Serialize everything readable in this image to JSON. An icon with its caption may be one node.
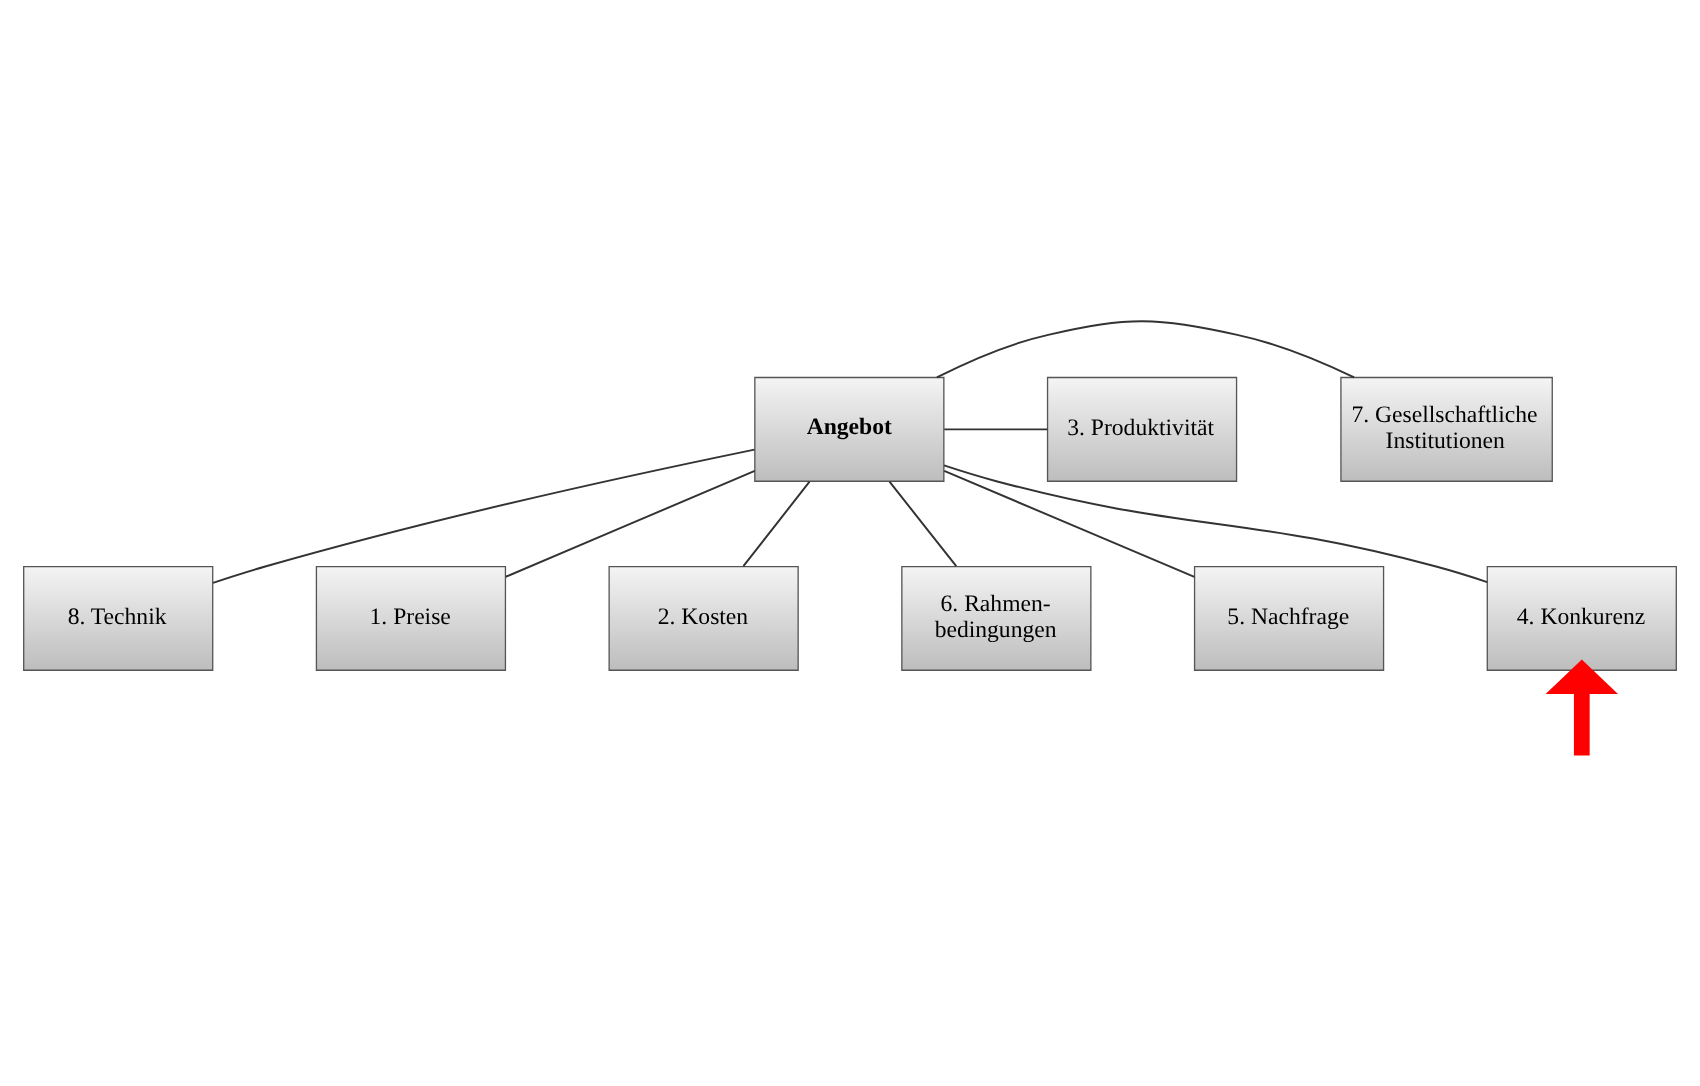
{
  "diagram": {
    "nodes": [
      {
        "text": [
          "Angebot"
        ]
      },
      {
        "text": [
          "8. Technik"
        ]
      },
      {
        "text": [
          "1. Preise"
        ]
      },
      {
        "text": [
          "2. Kosten"
        ]
      },
      {
        "text": [
          "7. Gesellschaftliche Institutionen"
        ]
      },
      {
        "text": [
          "3. Produktivität"
        ]
      },
      {
        "text": [
          "6. Rahmen- bedingungen"
        ]
      },
      {
        "text": [
          "5. Nachfrage"
        ]
      },
      {
        "text": [
          "4. Konkurenz"
        ]
      }
    ],
    "edges": [
      {
        "from": 0,
        "to": 1,
        "arrow": "none"
      },
      {
        "from": 0,
        "to": 2,
        "arrow": "none"
      },
      {
        "from": 0,
        "to": 3,
        "arrow": "none"
      },
      {
        "from": 0,
        "to": 4,
        "arrow": "none"
      },
      {
        "from": 0,
        "to": 5,
        "arrow": "none"
      },
      {
        "from": 0,
        "to": 6,
        "arrow": "none"
      },
      {
        "from": 0,
        "to": 7,
        "arrow": "none"
      },
      {
        "from": 0,
        "to": 8,
        "arrow": "none"
      },
      {
        "from": null,
        "to": 8,
        "arrow": "to",
        "style": "thick",
        "color": "#ff0000"
      }
    ]
  }
}
